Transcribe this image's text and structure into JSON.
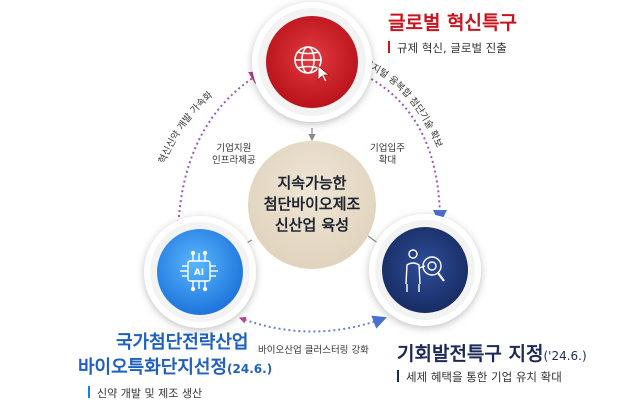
{
  "nodes": {
    "global": {
      "title": "글로벌 혁신특구",
      "subtitle": "규제 혁신, 글로벌 진출",
      "icon": "globe-cursor-icon",
      "color": "#c8141e"
    },
    "national": {
      "title_line1": "국가첨단전략산업",
      "title_line2_main": "바이오특화단지선정",
      "title_line2_date": "(24.6.)",
      "subtitle": "신약 개발 및 제조 생산",
      "icon": "ai-chip-icon",
      "color": "#1f7fe0"
    },
    "opportunity": {
      "title_main": "기회발전특구 지정",
      "title_date": "('24.6.)",
      "subtitle": "세제 혜택을 통한 기업 유치 확대",
      "icon": "person-magnifier-icon",
      "color": "#1b2a57"
    }
  },
  "center": {
    "line1": "지속가능한",
    "line2": "첨단바이오제조",
    "line3": "신산업 육성"
  },
  "inner_labels": {
    "left_line1": "기업지원",
    "left_line2": "인프라제공",
    "right_line1": "기업입주",
    "right_line2": "확대"
  },
  "arc_labels": {
    "left": "혁신신약 개발 가속화",
    "right": "디지털 융복합 첨단기술 확보",
    "bottom": "바이오산업 클러스터링 강화"
  }
}
